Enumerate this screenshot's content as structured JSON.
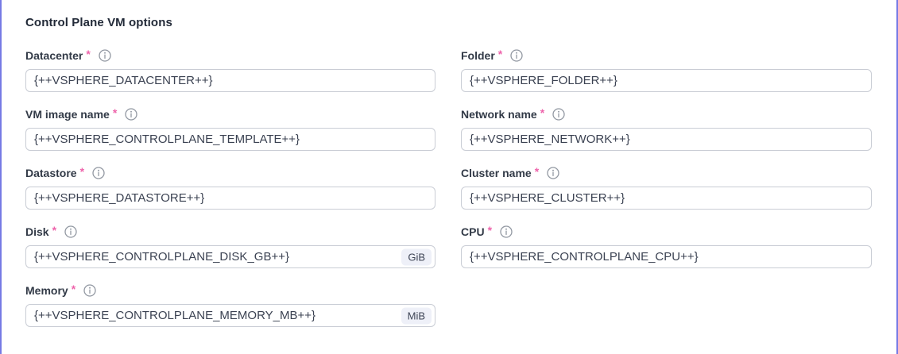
{
  "section": {
    "title": "Control Plane VM options"
  },
  "fields": [
    {
      "label": "Datacenter",
      "required": "*",
      "value": "{++VSPHERE_DATACENTER++}"
    },
    {
      "label": "Folder",
      "required": "*",
      "value": "{++VSPHERE_FOLDER++}"
    },
    {
      "label": "VM image name",
      "required": "*",
      "value": "{++VSPHERE_CONTROLPLANE_TEMPLATE++}"
    },
    {
      "label": "Network name",
      "required": "*",
      "value": "{++VSPHERE_NETWORK++}"
    },
    {
      "label": "Datastore",
      "required": "*",
      "value": "{++VSPHERE_DATASTORE++}"
    },
    {
      "label": "Cluster name",
      "required": "*",
      "value": "{++VSPHERE_CLUSTER++}"
    },
    {
      "label": "Disk",
      "required": "*",
      "value": "{++VSPHERE_CONTROLPLANE_DISK_GB++}",
      "unit": "GiB"
    },
    {
      "label": "CPU",
      "required": "*",
      "value": "{++VSPHERE_CONTROLPLANE_CPU++}"
    },
    {
      "label": "Memory",
      "required": "*",
      "value": "{++VSPHERE_CONTROLPLANE_MEMORY_MB++}",
      "unit": "MiB"
    }
  ],
  "colors": {
    "accent_border": "#767ae4",
    "required_asterisk": "#ee64ab",
    "input_border": "#c9cdd5",
    "unit_badge_bg": "#eef0f8",
    "label_text": "#323a47",
    "input_text": "#3b4252"
  }
}
